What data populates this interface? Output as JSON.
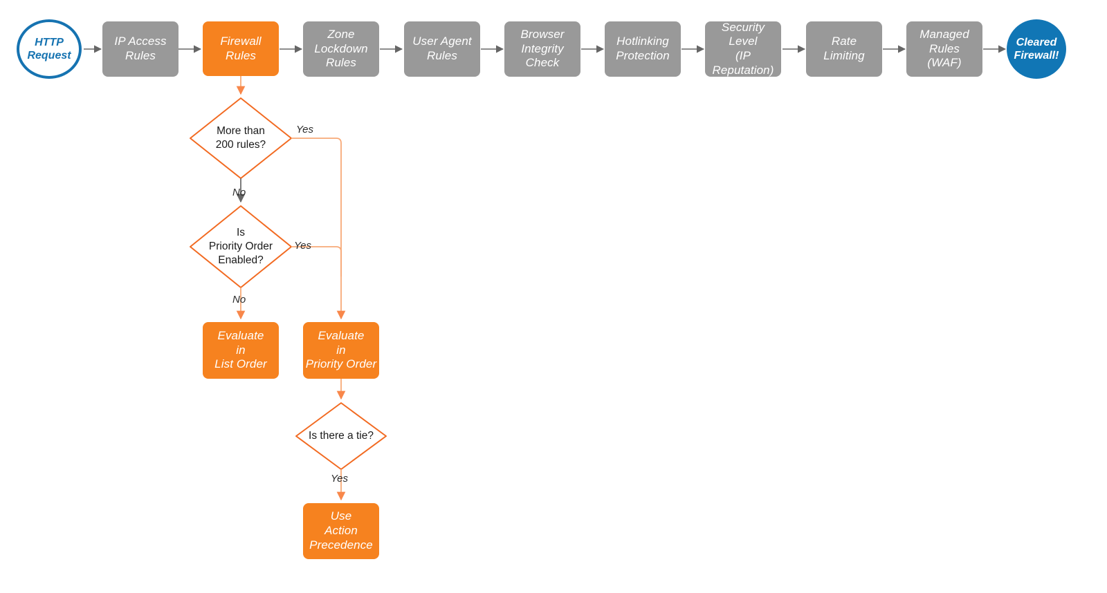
{
  "diagram": {
    "title": "Cloudflare Firewall Rules Evaluation Order",
    "colors": {
      "box_gray": "#999999",
      "box_orange": "#f6821f",
      "circle_blue": "#1176b5",
      "circle_outline_blue": "#1673b1",
      "connector_gray": "#666666",
      "connector_orange": "#f8a977",
      "diamond_stroke": "#f26a21",
      "text_dark": "#1a1a1a",
      "text_white": "#ffffff"
    },
    "pipeline": [
      {
        "id": "http-request",
        "label": "HTTP\nRequest",
        "shape": "circle-outline"
      },
      {
        "id": "ip-access-rules",
        "label": "IP Access\nRules",
        "shape": "box-gray"
      },
      {
        "id": "firewall-rules",
        "label": "Firewall\nRules",
        "shape": "box-orange"
      },
      {
        "id": "zone-lockdown-rules",
        "label": "Zone\nLockdown\nRules",
        "shape": "box-gray"
      },
      {
        "id": "user-agent-rules",
        "label": "User Agent\nRules",
        "shape": "box-gray"
      },
      {
        "id": "browser-integrity",
        "label": "Browser\nIntegrity\nCheck",
        "shape": "box-gray"
      },
      {
        "id": "hotlinking",
        "label": "Hotlinking\nProtection",
        "shape": "box-gray"
      },
      {
        "id": "security-level",
        "label": "Security\nLevel\n(IP Reputation)",
        "shape": "box-gray"
      },
      {
        "id": "rate-limiting",
        "label": "Rate\nLimiting",
        "shape": "box-gray"
      },
      {
        "id": "managed-rules",
        "label": "Managed\nRules\n(WAF)",
        "shape": "box-gray"
      },
      {
        "id": "cleared-firewall",
        "label": "Cleared\nFirewall!",
        "shape": "circle-filled"
      }
    ],
    "decisions": [
      {
        "id": "more-than-200-rules",
        "label": "More than\n200 rules?"
      },
      {
        "id": "is-priority-order",
        "label": "Is\nPriority Order\nEnabled?"
      },
      {
        "id": "is-there-a-tie",
        "label": "Is there a tie?"
      }
    ],
    "outcomes": [
      {
        "id": "evaluate-list-order",
        "label": "Evaluate\nin\nList Order"
      },
      {
        "id": "evaluate-priority-order",
        "label": "Evaluate\nin\nPriority Order"
      },
      {
        "id": "use-action-precedence",
        "label": "Use\nAction\nPrecedence"
      }
    ],
    "edge_labels": [
      {
        "id": "yes-more-than-200",
        "text": "Yes"
      },
      {
        "id": "no-more-than-200",
        "text": "No"
      },
      {
        "id": "yes-priority-order",
        "text": "Yes"
      },
      {
        "id": "no-priority-order",
        "text": "No"
      },
      {
        "id": "yes-is-there-a-tie",
        "text": "Yes"
      }
    ]
  }
}
